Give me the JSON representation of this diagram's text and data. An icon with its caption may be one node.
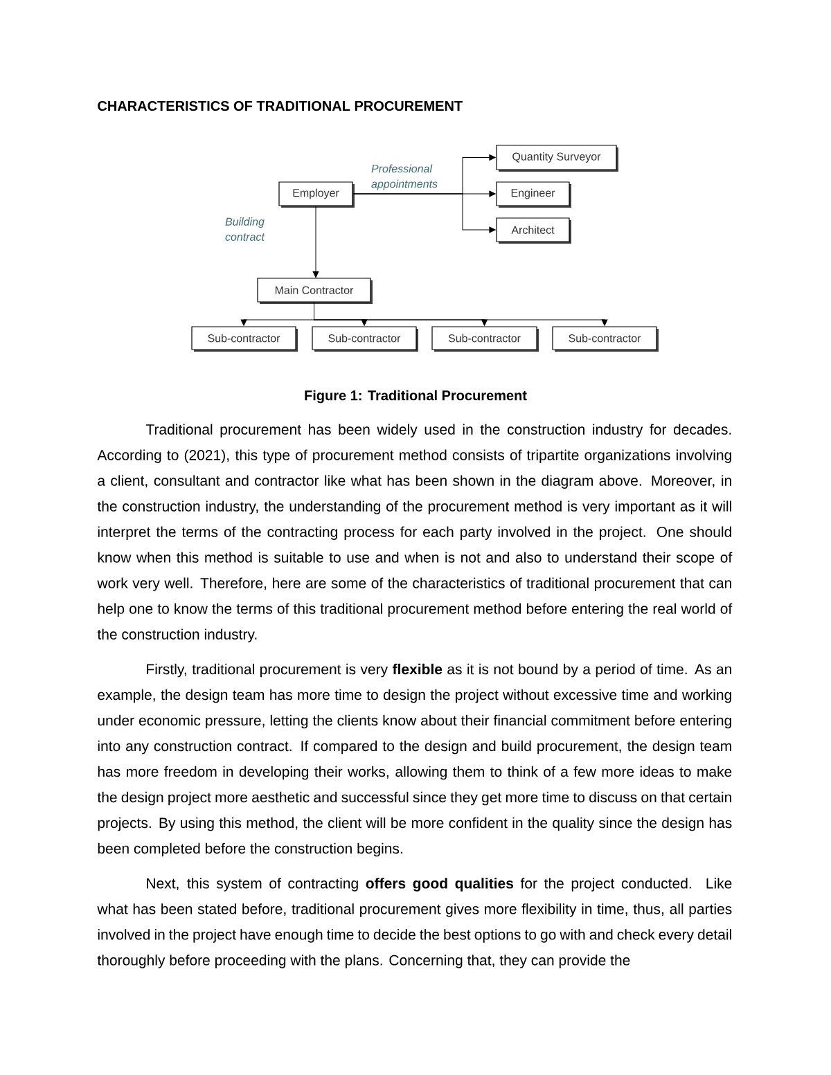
{
  "diagram": {
    "title": "CHARACTERISTICS OF TRADITIONAL PROCUREMENT",
    "caption": "Figure 1: Traditional Procurement",
    "nodes": [
      {
        "text": [
          "Employer"
        ]
      },
      {
        "text": [
          "Quantity Surveyor"
        ]
      },
      {
        "text": [
          "Engineer"
        ]
      },
      {
        "text": [
          "Architect"
        ]
      },
      {
        "text": [
          "Main Contractor"
        ]
      },
      {
        "text": [
          "Sub-contractor"
        ]
      },
      {
        "text": [
          "Sub-contractor"
        ]
      },
      {
        "text": [
          "Sub-contractor"
        ]
      },
      {
        "text": [
          "Sub-contractor"
        ]
      }
    ],
    "edges": [
      {
        "from": 0,
        "to": 1,
        "arrow": "to"
      },
      {
        "from": 0,
        "to": 2,
        "arrow": "to",
        "label": "Professional appointments"
      },
      {
        "from": 0,
        "to": 3,
        "arrow": "to"
      },
      {
        "from": 0,
        "to": 4,
        "arrow": "to",
        "label": "Building contract"
      },
      {
        "from": 4,
        "to": 5,
        "arrow": "to"
      },
      {
        "from": 4,
        "to": 6,
        "arrow": "to"
      },
      {
        "from": 4,
        "to": 7,
        "arrow": "to"
      },
      {
        "from": 4,
        "to": 8,
        "arrow": "to"
      }
    ],
    "labels": [
      "Traditional procurement has been widely used in the construction industry for decades. According to (2021), this type of procurement method consists of tripartite organizations involving a client, consultant and contractor like what has been shown in the diagram above. Moreover, in the construction industry, the understanding of the procurement method is very important as it will interpret the terms of the contracting process for each party involved in the project. One should know when this method is suitable to use and when is not and also to understand their scope of work very well. Therefore, here are some of the characteristics of traditional procurement that can help one to know the terms of this traditional procurement method before entering the real world of the construction industry.",
      "Firstly, traditional procurement is very **flexible** as it is not bound by a period of time. As an example, the design team has more time to design the project without excessive time and working under economic pressure, letting the clients know about their financial commitment before entering into any construction contract. If compared to the design and build procurement, the design team has more freedom in developing their works, allowing them to think of a few more ideas to make the design project more aesthetic and successful since they get more time to discuss on that certain projects. By using this method, the client will be more confident in the quality since the design has been completed before the construction begins.",
      "Next, this system of contracting **offers good qualities** for the project conducted. Like what has been stated before, traditional procurement gives more flexibility in time, thus, all parties involved in the project have enough time to decide the best options to go with and check every detail thoroughly before proceeding with the plans. Concerning that, they can provide the"
    ]
  }
}
